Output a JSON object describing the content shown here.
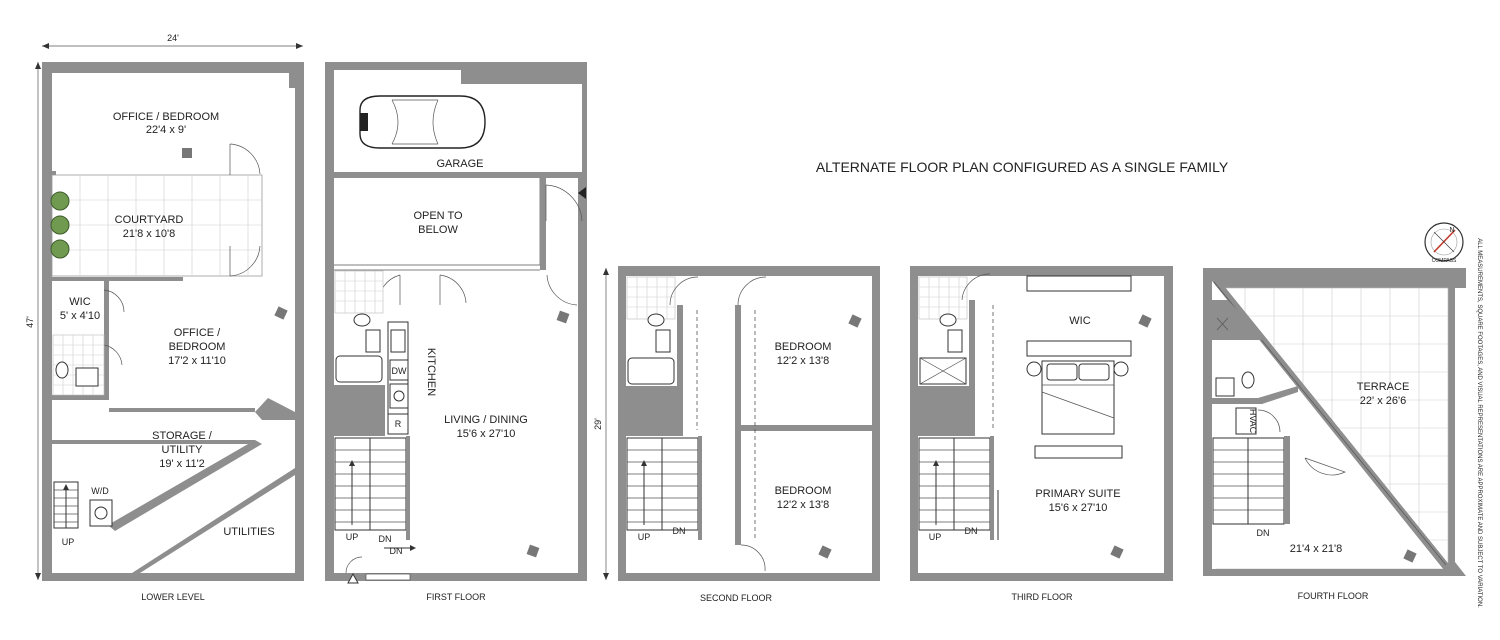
{
  "main_title": "ALTERNATE FLOOR PLAN CONFIGURED AS A SINGLE FAMILY",
  "disclaimer": "ALL MEASUREMENTS, SQUARE FOOTAGES, AND VISUAL REPRESENTATIONS ARE APPROXIMATE AND SUBJECT TO VARIATION.",
  "dimensions": {
    "width": "24'",
    "depth": "47'",
    "upper_depth": "29'"
  },
  "compass": {
    "label": "COMPASS",
    "north": "N"
  },
  "floors": {
    "lower": {
      "name": "LOWER LEVEL",
      "rooms": {
        "office1_name": "OFFICE / BEDROOM",
        "office1_dim": "22'4 x 9'",
        "courtyard_name": "COURTYARD",
        "courtyard_dim": "21'8 x 10'8",
        "wic_name": "WIC",
        "wic_dim": "5' x 4'10",
        "office2_name1": "OFFICE /",
        "office2_name2": "BEDROOM",
        "office2_dim": "17'2 x 11'10",
        "storage_name1": "STORAGE /",
        "storage_name2": "UTILITY",
        "storage_dim": "19' x 11'2",
        "wd": "W/D",
        "utilities": "UTILITIES",
        "up": "UP"
      }
    },
    "first": {
      "name": "FIRST FLOOR",
      "rooms": {
        "garage": "GARAGE",
        "open1": "OPEN TO",
        "open2": "BELOW",
        "kitchen": "KITCHEN",
        "dw": "DW",
        "r": "R",
        "living_name": "LIVING / DINING",
        "living_dim": "15'6 x 27'10",
        "up": "UP",
        "dn1": "DN",
        "dn2": "DN"
      }
    },
    "second": {
      "name": "SECOND FLOOR",
      "rooms": {
        "bed1_name": "BEDROOM",
        "bed1_dim": "12'2 x 13'8",
        "bed2_name": "BEDROOM",
        "bed2_dim": "12'2 x 13'8",
        "up": "UP",
        "dn": "DN"
      }
    },
    "third": {
      "name": "THIRD FLOOR",
      "rooms": {
        "wic": "WIC",
        "suite_name": "PRIMARY SUITE",
        "suite_dim": "15'6 x 27'10",
        "up": "UP",
        "dn": "DN"
      }
    },
    "fourth": {
      "name": "FOURTH FLOOR",
      "rooms": {
        "terrace_name": "TERRACE",
        "terrace_dim": "22' x 26'6",
        "hvac": "HVAC",
        "dn": "DN",
        "lower_dim": "21'4 x 21'8"
      }
    }
  }
}
